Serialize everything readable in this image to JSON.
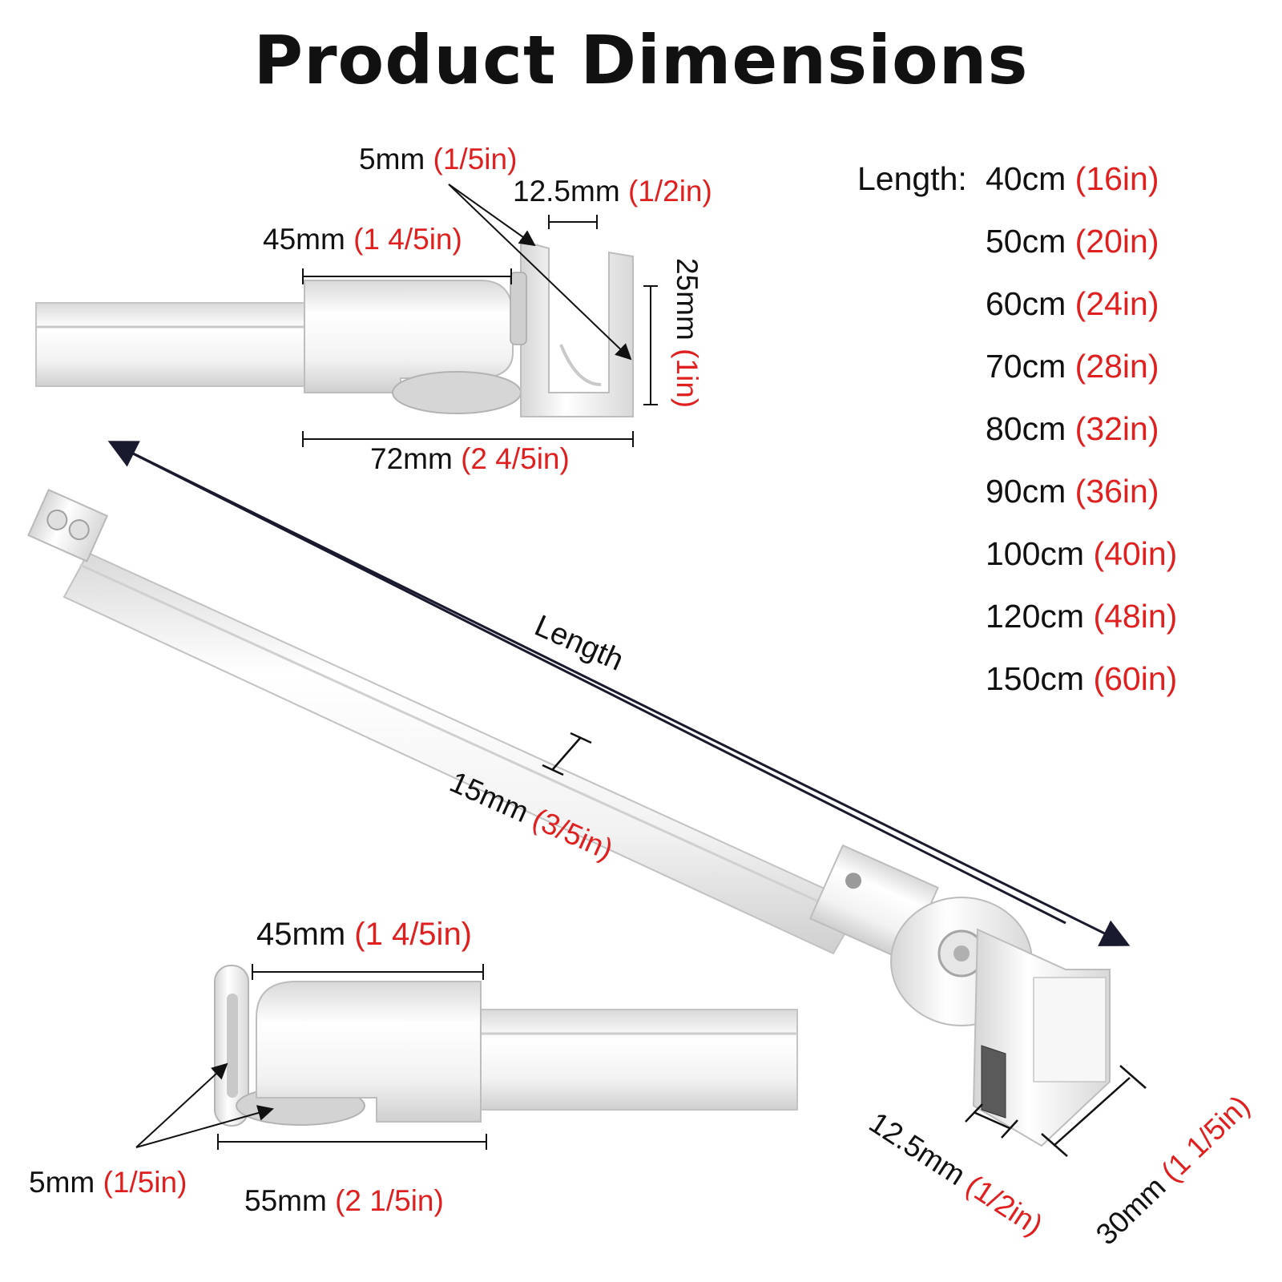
{
  "title": "Product Dimensions",
  "top_bracket": {
    "wall_thickness": {
      "mm": "5mm",
      "in": "(1/5in)"
    },
    "slot_width": {
      "mm": "12.5mm",
      "in": "(1/2in)"
    },
    "arm_length": {
      "mm": "45mm",
      "in": "(1 4/5in)"
    },
    "height": {
      "mm": "25mm",
      "in": "(1in)"
    },
    "total_length": {
      "mm": "72mm",
      "in": "(2 4/5in)"
    }
  },
  "bar": {
    "length_word": "Length",
    "width": {
      "mm": "15mm",
      "in": "(3/5in)"
    }
  },
  "end_clamp": {
    "slot_width": {
      "mm": "12.5mm",
      "in": "(1/2in)"
    },
    "block_width": {
      "mm": "30mm",
      "in": "(1 1/5in)"
    }
  },
  "wall_bracket": {
    "arm_length": {
      "mm": "45mm",
      "in": "(1 4/5in)"
    },
    "plate_thickness": {
      "mm": "5mm",
      "in": "(1/5in)"
    },
    "base_length": {
      "mm": "55mm",
      "in": "(2 1/5in)"
    }
  },
  "lengths": {
    "label": "Length:",
    "options": [
      {
        "cm": "40cm",
        "in": "(16in)"
      },
      {
        "cm": "50cm",
        "in": "(20in)"
      },
      {
        "cm": "60cm",
        "in": "(24in)"
      },
      {
        "cm": "70cm",
        "in": "(28in)"
      },
      {
        "cm": "80cm",
        "in": "(32in)"
      },
      {
        "cm": "90cm",
        "in": "(36in)"
      },
      {
        "cm": "100cm",
        "in": "(40in)"
      },
      {
        "cm": "120cm",
        "in": "(48in)"
      },
      {
        "cm": "150cm",
        "in": "(60in)"
      }
    ]
  },
  "colors": {
    "inch_text": "#e01f1f",
    "text": "#111111",
    "metal_light": "#f4f4f4",
    "metal_edge": "#b9b9b9"
  }
}
